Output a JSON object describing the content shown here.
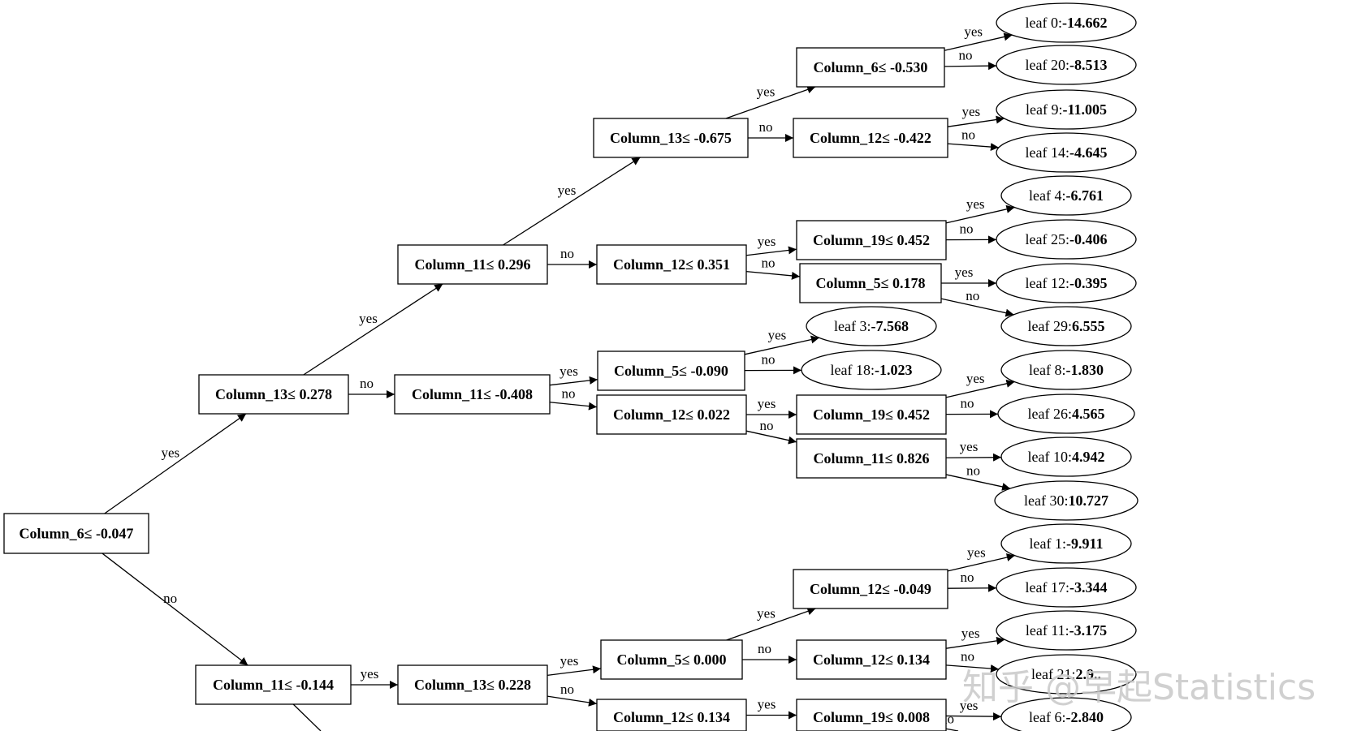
{
  "decision_nodes": [
    {
      "id": "n0",
      "label": "Column_6≤  -0.047"
    },
    {
      "id": "n1",
      "label": "Column_13≤  0.278"
    },
    {
      "id": "n2",
      "label": "Column_11≤  -0.144"
    },
    {
      "id": "n3",
      "label": "Column_11≤  0.296"
    },
    {
      "id": "n4",
      "label": "Column_11≤  -0.408"
    },
    {
      "id": "n5",
      "label": "Column_13≤  -0.675"
    },
    {
      "id": "n6",
      "label": "Column_12≤  0.351"
    },
    {
      "id": "n7",
      "label": "Column_6≤  -0.530"
    },
    {
      "id": "n8",
      "label": "Column_12≤  -0.422"
    },
    {
      "id": "n9",
      "label": "Column_19≤  0.452"
    },
    {
      "id": "n10",
      "label": "Column_5≤  0.178"
    },
    {
      "id": "n11",
      "label": "Column_5≤  -0.090"
    },
    {
      "id": "n12",
      "label": "Column_12≤  0.022"
    },
    {
      "id": "n13",
      "label": "Column_19≤  0.452"
    },
    {
      "id": "n14",
      "label": "Column_11≤  0.826"
    },
    {
      "id": "n15",
      "label": "Column_13≤  0.228"
    },
    {
      "id": "n16",
      "label": "Column_5≤  0.000"
    },
    {
      "id": "n17",
      "label": "Column_12≤  0.134"
    },
    {
      "id": "n18",
      "label": "Column_12≤  -0.049"
    },
    {
      "id": "n19",
      "label": "Column_12≤  0.134"
    },
    {
      "id": "n20",
      "label": "Column_19≤  0.008"
    }
  ],
  "leaves": [
    {
      "id": "L0",
      "name": "leaf 0:",
      "value": "-14.662"
    },
    {
      "id": "L20",
      "name": "leaf 20:",
      "value": "-8.513"
    },
    {
      "id": "L9",
      "name": "leaf 9:",
      "value": "-11.005"
    },
    {
      "id": "L14",
      "name": "leaf 14:",
      "value": "-4.645"
    },
    {
      "id": "L4",
      "name": "leaf 4:",
      "value": "-6.761"
    },
    {
      "id": "L25",
      "name": "leaf 25:",
      "value": "-0.406"
    },
    {
      "id": "L12",
      "name": "leaf 12:",
      "value": "-0.395"
    },
    {
      "id": "L29",
      "name": "leaf 29:",
      "value": "6.555"
    },
    {
      "id": "L3",
      "name": "leaf 3:",
      "value": "-7.568"
    },
    {
      "id": "L18",
      "name": "leaf 18:",
      "value": "-1.023"
    },
    {
      "id": "L8",
      "name": "leaf 8:",
      "value": "-1.830"
    },
    {
      "id": "L26",
      "name": "leaf 26:",
      "value": "4.565"
    },
    {
      "id": "L10",
      "name": "leaf 10:",
      "value": "4.942"
    },
    {
      "id": "L30",
      "name": "leaf 30:",
      "value": "10.727"
    },
    {
      "id": "L1",
      "name": "leaf 1:",
      "value": "-9.911"
    },
    {
      "id": "L17",
      "name": "leaf 17:",
      "value": "-3.344"
    },
    {
      "id": "L11",
      "name": "leaf 11:",
      "value": "-3.175"
    },
    {
      "id": "L21",
      "name": "leaf 21:",
      "value": "2.9.."
    },
    {
      "id": "L6",
      "name": "leaf 6:",
      "value": "-2.840"
    }
  ],
  "edges": [
    {
      "from": "n0",
      "to": "n1",
      "label": "yes"
    },
    {
      "from": "n0",
      "to": "n2",
      "label": "no"
    },
    {
      "from": "n1",
      "to": "n3",
      "label": "yes"
    },
    {
      "from": "n1",
      "to": "n4",
      "label": "no"
    },
    {
      "from": "n3",
      "to": "n5",
      "label": "yes"
    },
    {
      "from": "n3",
      "to": "n6",
      "label": "no"
    },
    {
      "from": "n5",
      "to": "n7",
      "label": "yes"
    },
    {
      "from": "n5",
      "to": "n8",
      "label": "no"
    },
    {
      "from": "n7",
      "to": "L0",
      "label": "yes"
    },
    {
      "from": "n7",
      "to": "L20",
      "label": "no"
    },
    {
      "from": "n8",
      "to": "L9",
      "label": "yes"
    },
    {
      "from": "n8",
      "to": "L14",
      "label": "no"
    },
    {
      "from": "n6",
      "to": "n9",
      "label": "yes"
    },
    {
      "from": "n6",
      "to": "n10",
      "label": "no"
    },
    {
      "from": "n9",
      "to": "L4",
      "label": "yes"
    },
    {
      "from": "n9",
      "to": "L25",
      "label": "no"
    },
    {
      "from": "n10",
      "to": "L12",
      "label": "yes"
    },
    {
      "from": "n10",
      "to": "L29",
      "label": "no"
    },
    {
      "from": "n4",
      "to": "n11",
      "label": "yes"
    },
    {
      "from": "n4",
      "to": "n12",
      "label": "no"
    },
    {
      "from": "n11",
      "to": "L3",
      "label": "yes"
    },
    {
      "from": "n11",
      "to": "L18",
      "label": "no"
    },
    {
      "from": "n12",
      "to": "n13",
      "label": "yes"
    },
    {
      "from": "n12",
      "to": "n14",
      "label": "no"
    },
    {
      "from": "n13",
      "to": "L8",
      "label": "yes"
    },
    {
      "from": "n13",
      "to": "L26",
      "label": "no"
    },
    {
      "from": "n14",
      "to": "L10",
      "label": "yes"
    },
    {
      "from": "n14",
      "to": "L30",
      "label": "no"
    },
    {
      "from": "n2",
      "to": "n15",
      "label": "yes"
    },
    {
      "from": "n15",
      "to": "n16",
      "label": "yes"
    },
    {
      "from": "n15",
      "to": "n17",
      "label": "no"
    },
    {
      "from": "n16",
      "to": "n18",
      "label": "yes"
    },
    {
      "from": "n16",
      "to": "n19",
      "label": "no"
    },
    {
      "from": "n18",
      "to": "L1",
      "label": "yes"
    },
    {
      "from": "n18",
      "to": "L17",
      "label": "no"
    },
    {
      "from": "n19",
      "to": "L11",
      "label": "yes"
    },
    {
      "from": "n19",
      "to": "L21",
      "label": "no"
    },
    {
      "from": "n17",
      "to": "n20",
      "label": "yes"
    },
    {
      "from": "n20",
      "to": "L6",
      "label": "yes"
    },
    {
      "from": "n20",
      "to": "(cut)",
      "label": "no"
    },
    {
      "from": "n2",
      "to": "(cut)",
      "label": ""
    }
  ],
  "watermark": "知乎 @早起Statistics"
}
